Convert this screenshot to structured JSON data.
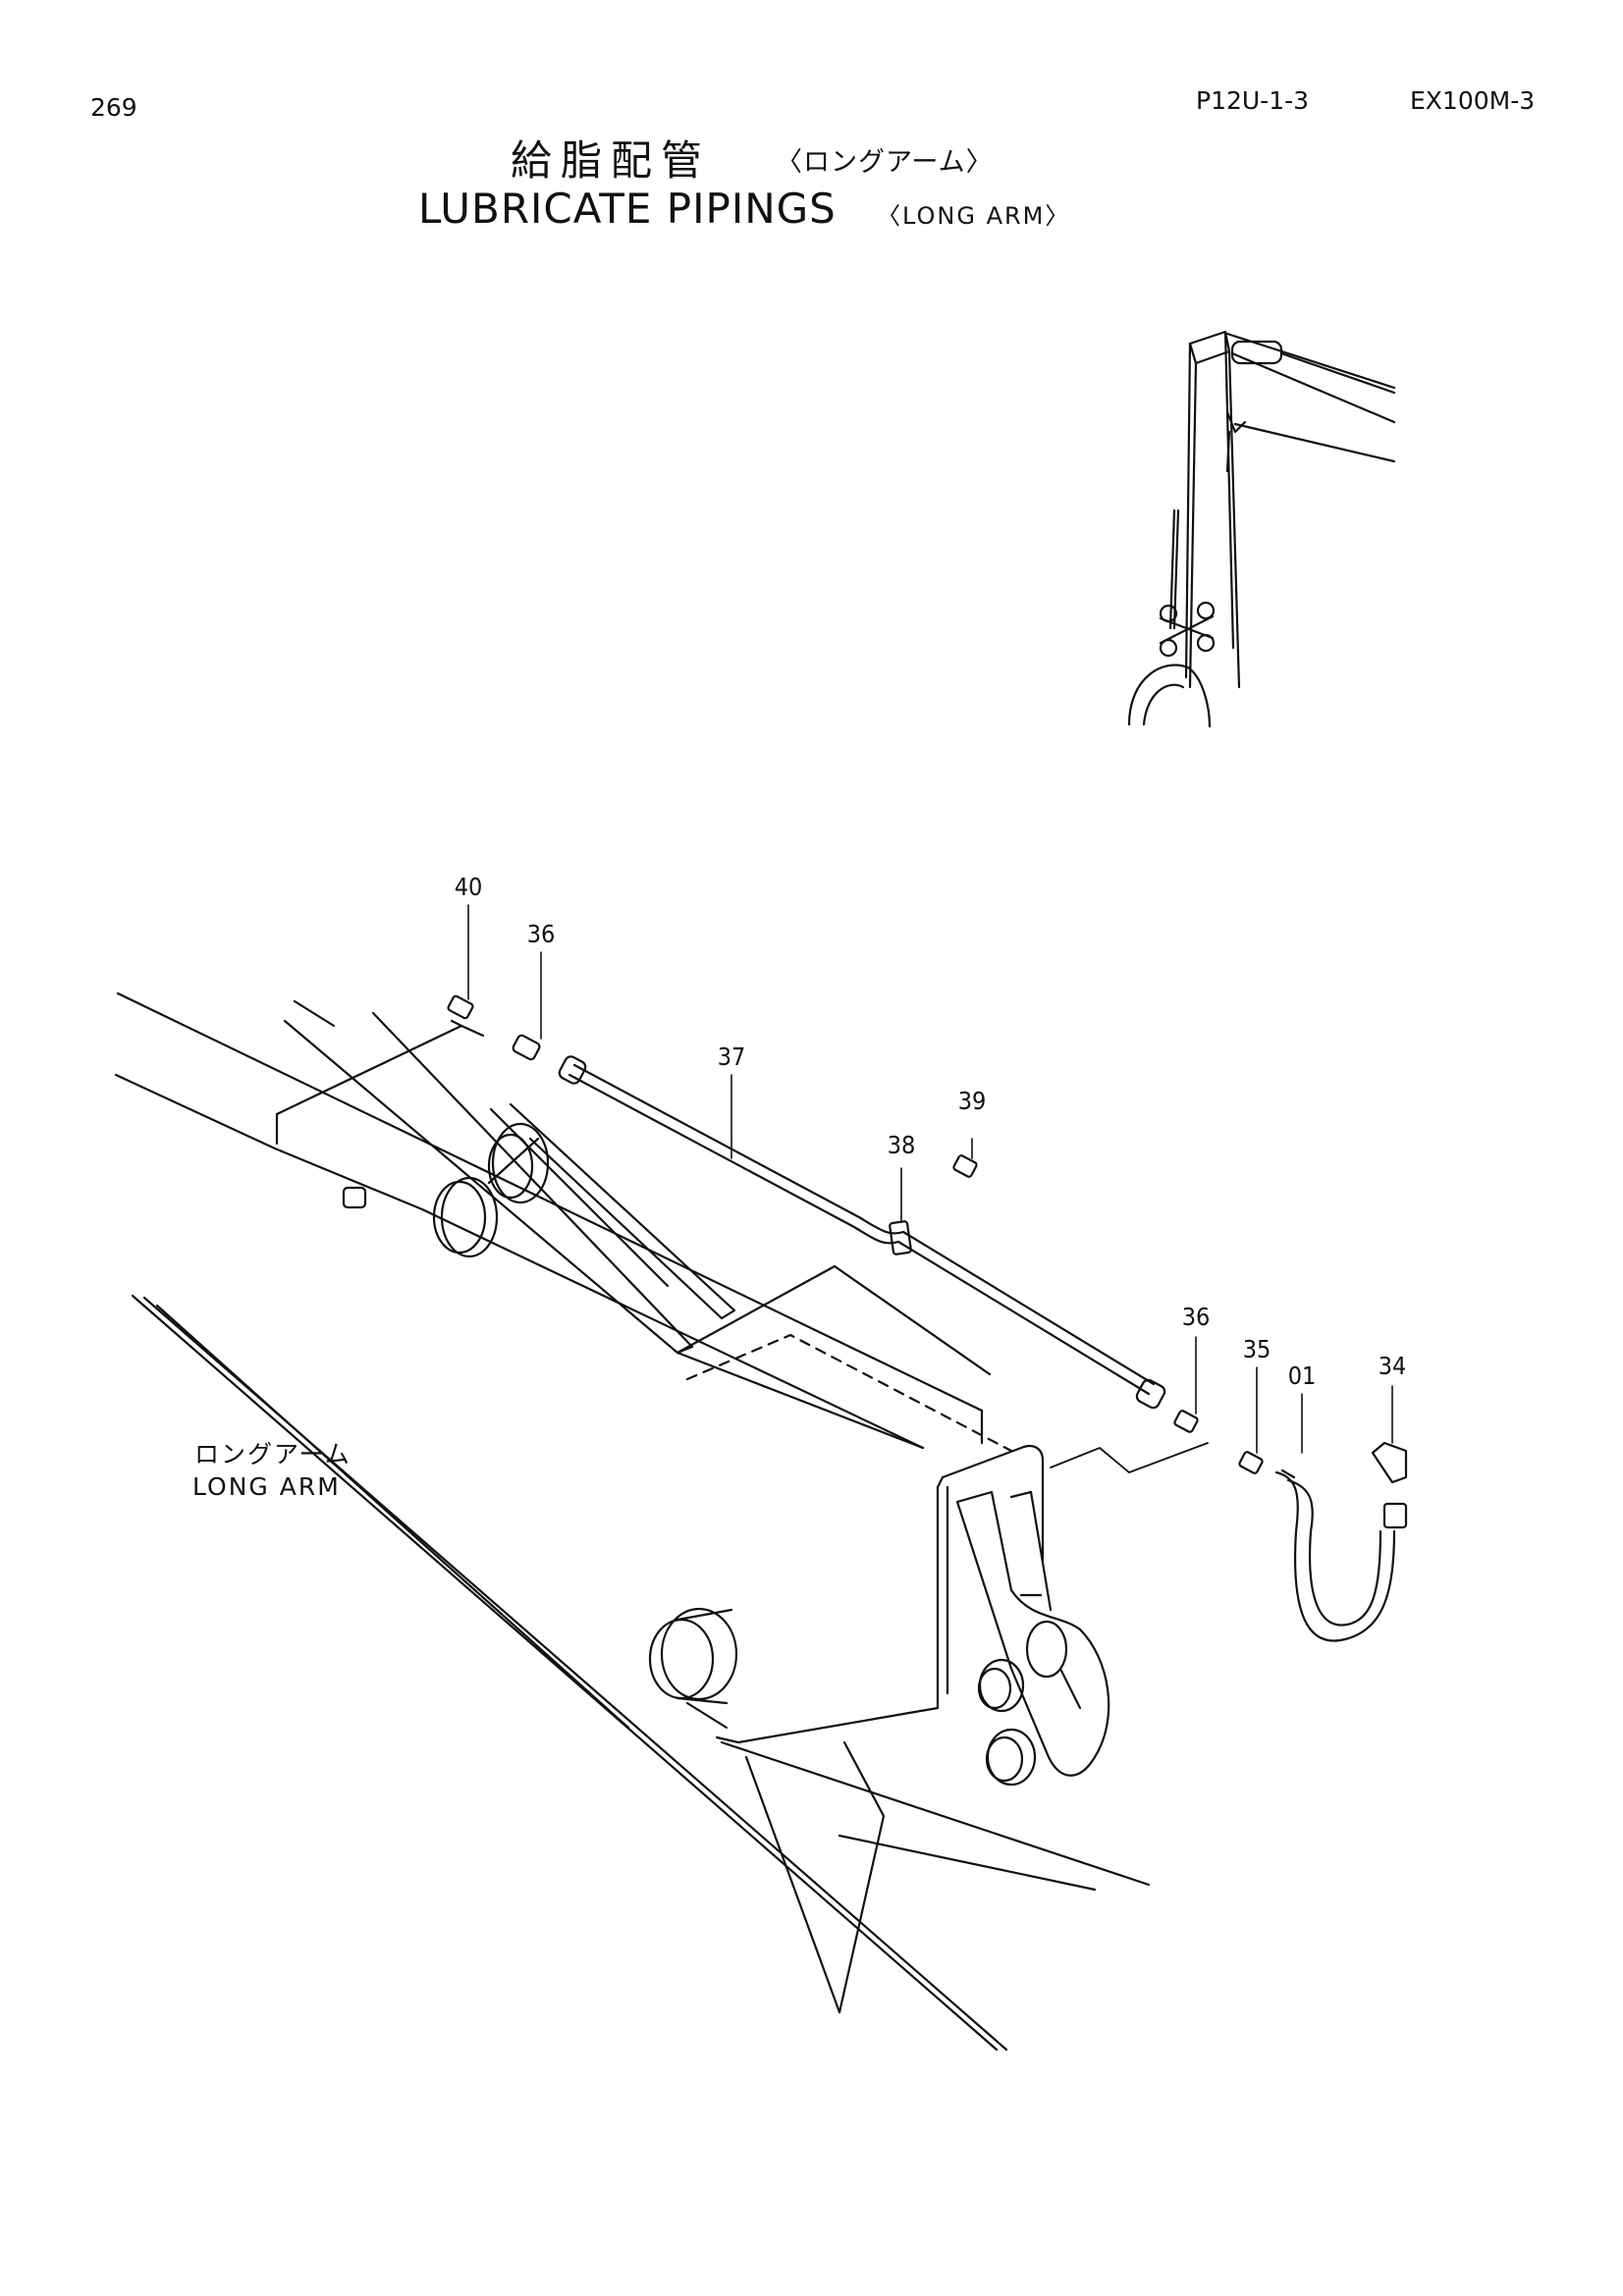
{
  "header": {
    "page_number": "269",
    "section_code": "P12U-1-3",
    "model_code": "EX100M-3"
  },
  "title": {
    "japanese": "給脂配管",
    "japanese_sub": "〈ロングアーム〉",
    "english": "LUBRICATE PIPINGS",
    "english_sub": "〈LONG ARM〉"
  },
  "labels": {
    "arm_japanese": "ロングアーム",
    "arm_english": "LONG ARM"
  },
  "callouts": [
    "40",
    "36",
    "37",
    "39",
    "38",
    "36",
    "35",
    "01",
    "34"
  ],
  "colors": {
    "ink": "#111111",
    "paper": "#ffffff"
  }
}
